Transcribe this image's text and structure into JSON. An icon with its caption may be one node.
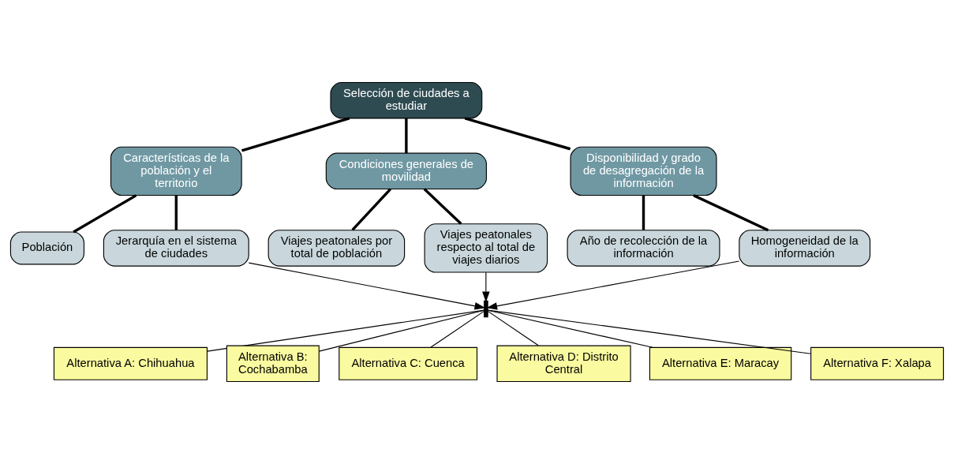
{
  "diagram": {
    "nodes": [
      {
        "text": [
          "Selección de ciudades a estudiar"
        ]
      },
      {
        "text": [
          "Características de la población y el territorio"
        ]
      },
      {
        "text": [
          "Condiciones generales de movilidad"
        ]
      },
      {
        "text": [
          "Disponibilidad y grado de desagregación de la información"
        ]
      },
      {
        "text": [
          "Población"
        ]
      },
      {
        "text": [
          "Jerarquía en el sistema de ciudades"
        ]
      },
      {
        "text": [
          "Viajes peatonales por total de población"
        ]
      },
      {
        "text": [
          "Viajes peatonales respecto al total de viajes diarios"
        ]
      },
      {
        "text": [
          "Año de recolección de la información"
        ]
      },
      {
        "text": [
          "Homogeneidad de la información"
        ]
      },
      {
        "text": [],
        "shape": "bar"
      },
      {
        "text": [
          "Alternativa A: Chihuahua"
        ]
      },
      {
        "text": [
          "Alternativa B: Cochabamba"
        ]
      },
      {
        "text": [
          "Alternativa C: Cuenca"
        ]
      },
      {
        "text": [
          "Alternativa D: Distrito Central"
        ]
      },
      {
        "text": [
          "Alternativa E: Maracay"
        ]
      },
      {
        "text": [
          "Alternativa F: Xalapa"
        ]
      }
    ],
    "edges": [
      {
        "from": 0,
        "to": 1,
        "arrow": "none",
        "style": "thick"
      },
      {
        "from": 0,
        "to": 2,
        "arrow": "none",
        "style": "thick"
      },
      {
        "from": 0,
        "to": 3,
        "arrow": "none",
        "style": "thick"
      },
      {
        "from": 1,
        "to": 4,
        "arrow": "none",
        "style": "thick"
      },
      {
        "from": 1,
        "to": 5,
        "arrow": "none",
        "style": "thick"
      },
      {
        "from": 2,
        "to": 6,
        "arrow": "none",
        "style": "thick"
      },
      {
        "from": 2,
        "to": 7,
        "arrow": "none",
        "style": "thick"
      },
      {
        "from": 3,
        "to": 8,
        "arrow": "none",
        "style": "thick"
      },
      {
        "from": 3,
        "to": 9,
        "arrow": "none",
        "style": "thick"
      },
      {
        "from": 5,
        "to": 10,
        "arrow": "to"
      },
      {
        "from": 7,
        "to": 10,
        "arrow": "to"
      },
      {
        "from": 9,
        "to": 10,
        "arrow": "to"
      },
      {
        "from": 10,
        "to": 11,
        "arrow": "none"
      },
      {
        "from": 10,
        "to": 12,
        "arrow": "none"
      },
      {
        "from": 10,
        "to": 13,
        "arrow": "none"
      },
      {
        "from": 10,
        "to": 14,
        "arrow": "none"
      },
      {
        "from": 10,
        "to": 15,
        "arrow": "none"
      },
      {
        "from": 10,
        "to": 16,
        "arrow": "none"
      }
    ]
  }
}
